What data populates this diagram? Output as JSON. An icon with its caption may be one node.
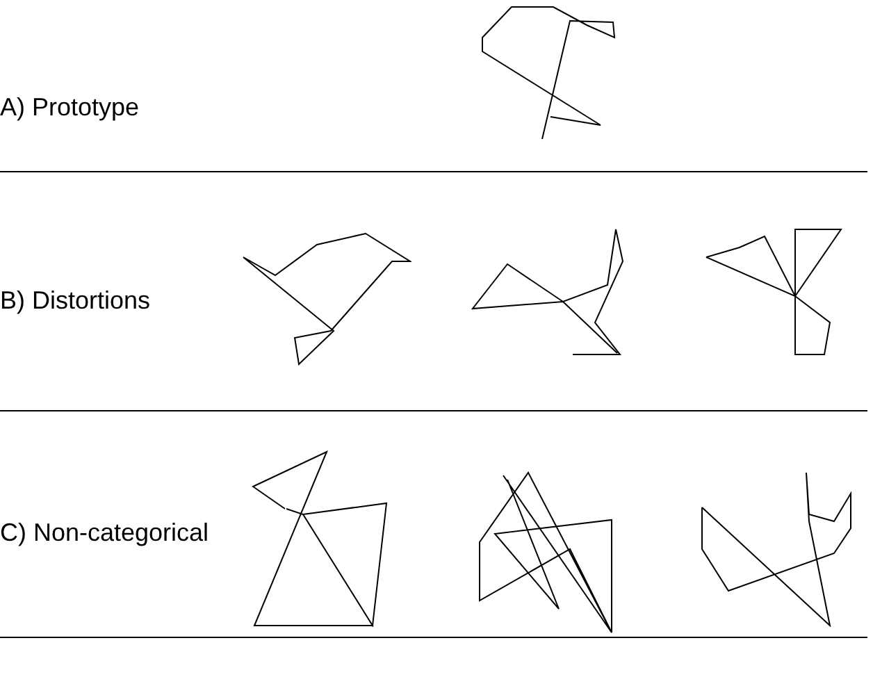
{
  "diagram": {
    "labels": [
      "A) Prototype",
      "B) Distortions",
      "C) Non-categorical"
    ]
  }
}
